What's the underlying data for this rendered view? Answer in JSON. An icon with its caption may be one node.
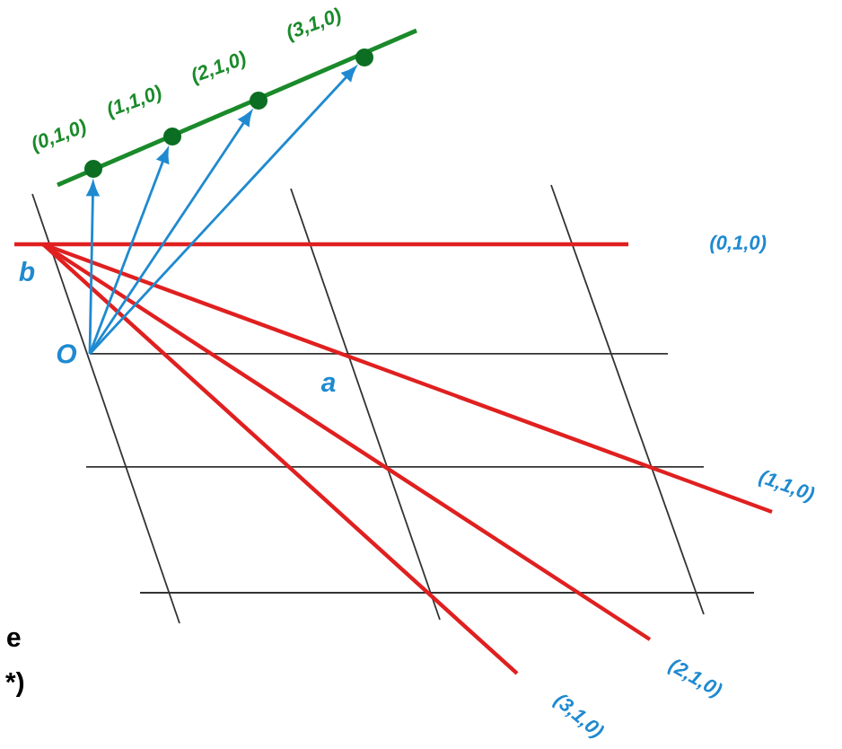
{
  "diagram": {
    "nodes": [
      {
        "text": [
          "O"
        ]
      },
      {
        "text": [],
        "shape": "circle",
        "beside": [
          "(0,1,0)"
        ]
      },
      {
        "text": [],
        "shape": "circle",
        "beside": [
          "(1,1,0)"
        ]
      },
      {
        "text": [],
        "shape": "circle",
        "beside": [
          "(2,1,0)"
        ]
      },
      {
        "text": [],
        "shape": "circle",
        "beside": [
          "(3,1,0)"
        ]
      }
    ],
    "edges": [
      {
        "from": 0,
        "to": 1,
        "arrow": "to"
      },
      {
        "from": 0,
        "to": 2,
        "arrow": "to"
      },
      {
        "from": 0,
        "to": 3,
        "arrow": "to"
      },
      {
        "from": 0,
        "to": 4,
        "arrow": "to"
      }
    ],
    "labels": [
      "b",
      "a",
      "(0,1,0)",
      "(1,1,0)",
      "(2,1,0)",
      "(3,1,0)",
      "e",
      "*)"
    ]
  }
}
